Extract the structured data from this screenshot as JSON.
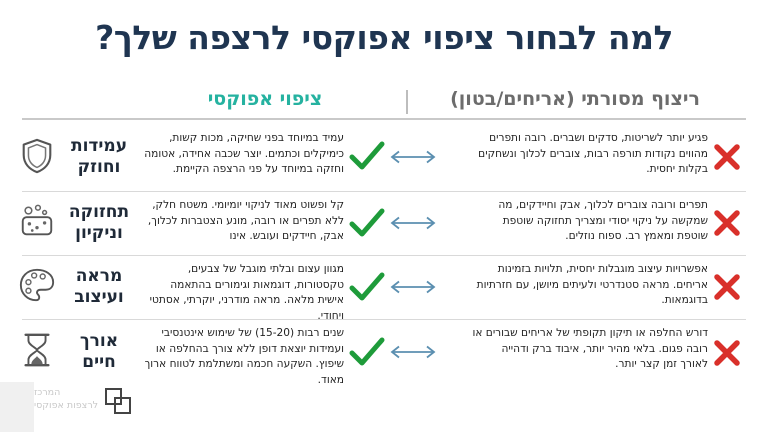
{
  "title": "למה לבחור ציפוי אפוקסי לרצפה שלך?",
  "headers": {
    "epoxy": "ציפוי אפוקסי",
    "traditional": "ריצוף מסורתי (אריחים/בטון)"
  },
  "rows": [
    {
      "label": "עמידות וחוזק",
      "icon": "shield-icon",
      "epoxy": "עמיד במיוחד בפני שחיקה, מכות קשות, כימיקלים וכתמים. יוצר שכבה אחידה, אטומה וחזקה במיוחד על פני הרצפה הקיימת.",
      "traditional": "פגיע יותר לשריטות, סדקים ושברים. רובה ותפרים מהווים נקודות תורפה רבות, צוברים לכלוך ונשחקים בקלות יחסית."
    },
    {
      "label": "תחזוקה וניקיון",
      "icon": "sponge-icon",
      "epoxy": "קל ופשוט מאוד לניקוי יומיומי. משטח חלק, ללא תפרים או רובה, מונע הצטברות לכלוך, אבק, חיידקים ועובש. אינו",
      "traditional": "תפרים ורובה צוברים לכלוך, אבק וחיידקים, מה שמקשה על ניקוי יסודי ומצריך תחזוקה שוטפת שוטפת ומאמץ רב. ספוח נוזלים."
    },
    {
      "label": "מראה ועיצוב",
      "icon": "palette-icon",
      "epoxy": "מגוון עצום ובלתי מוגבל של צבעים, טקסטורות, דוגמאות וגימורים בהתאמה אישית מלאה. מראה מודרני, יוקרתי, אסתטי ויחודי.",
      "traditional": "אפשרויות עיצוב מוגבלות יחסית, תלויות בזמינות אריחים. מראה סטנדרטי ולעיתים מיושן, עם חזרתיות בדוגמאות."
    },
    {
      "label": "אורך חיים",
      "icon": "hourglass-icon",
      "epoxy": "שנים רבות (15-20) של שימוש אינטנסיבי ועמידות יוצאת דופן ללא צורך בהחלפה או שיפוץ. השקעה חכמה ומשתלמת לטווח ארוך מאוד.",
      "traditional": "דורש החלפה או תיקון תקופתי של אריחים שבורים או רובה פגום. בלאי מהיר יותר, איבוד ברק ודהייה לאורך זמן קצר יותר."
    }
  ],
  "logo": {
    "line1": "המרכז",
    "line2": "לרצפות אפוקסי"
  },
  "colors": {
    "title": "#1f3551",
    "epoxy_header": "#25b2a0",
    "check": "#1e9b3a",
    "cross": "#d9302a",
    "arrow": "#5b8fb0"
  }
}
